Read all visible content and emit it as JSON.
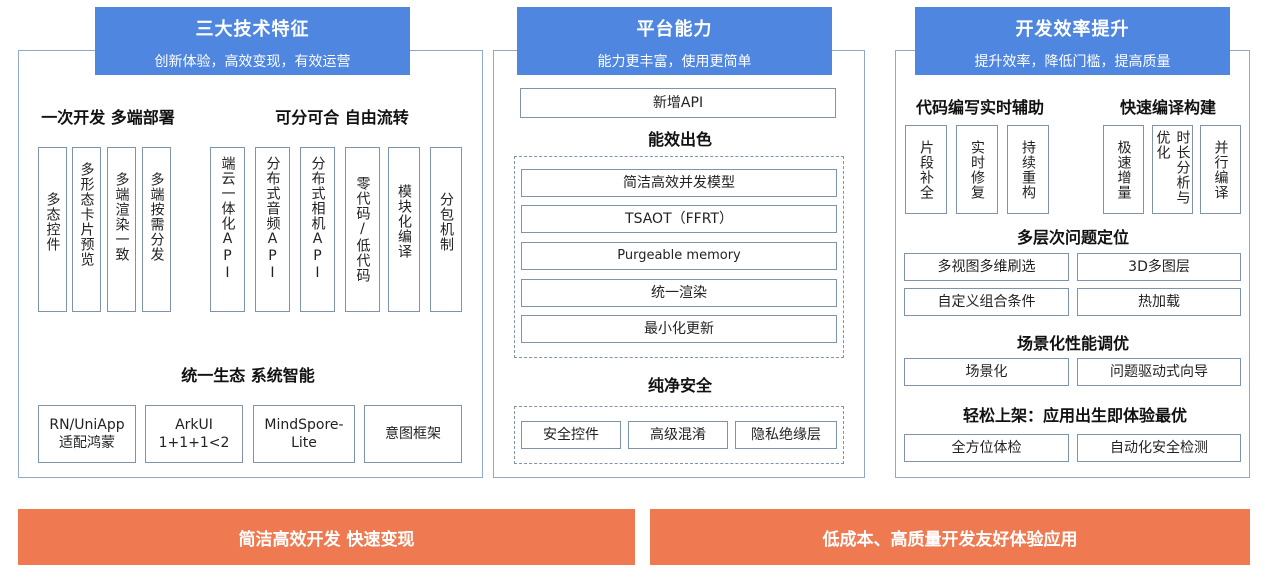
{
  "panel1": {
    "title": "三大技术特征",
    "subtitle": "创新体验，高效变现，有效运营",
    "sec_a": "一次开发 多端部署",
    "sec_b": "可分可合 自由流转",
    "items_a": [
      "多态控件",
      "多形态卡片预览",
      "多端渲染一致",
      "多端按需分发"
    ],
    "items_b": [
      "端云一体化API",
      "分布式音频API",
      "分布式相机API",
      "零代码/低代码",
      "模块化编译",
      "分包机制"
    ],
    "sec_c": "统一生态 系统智能",
    "items_c": [
      "RN/UniApp适配鸿蒙",
      "ArkUI\n1+1+1<2",
      "MindSpore-\nLite",
      "意图框架"
    ]
  },
  "panel2": {
    "title": "平台能力",
    "subtitle": "能力更丰富，使用更简单",
    "new_api": "新增API",
    "sec_perf": "能效出色",
    "perf_items": [
      "简洁高效并发模型",
      "TSAOT（FFRT）",
      "Purgeable memory",
      "统一渲染",
      "最小化更新"
    ],
    "sec_sec": "纯净安全",
    "sec_items": [
      "安全控件",
      "高级混淆",
      "隐私绝缘层"
    ]
  },
  "panel3": {
    "title": "开发效率提升",
    "subtitle": "提升效率，降低门槛，提高质量",
    "sec_code": "代码编写实时辅助",
    "sec_build": "快速编译构建",
    "code_items": [
      "片段补全",
      "实时修复",
      "持续重构"
    ],
    "build_items": [
      "极速增量",
      "时长分析与优化",
      "并行编译"
    ],
    "sec_locate": "多层次问题定位",
    "locate_items": [
      "多视图多维刷选",
      "3D多图层",
      "自定义组合条件",
      "热加载"
    ],
    "sec_tune": "场景化性能调优",
    "tune_items": [
      "场景化",
      "问题驱动式向导"
    ],
    "sec_release": "轻松上架：应用出生即体验最优",
    "release_items": [
      "全方位体检",
      "自动化安全检测"
    ]
  },
  "footer": {
    "left": "简洁高效开发 快速变现",
    "right": "低成本、高质量开发友好体验应用"
  }
}
